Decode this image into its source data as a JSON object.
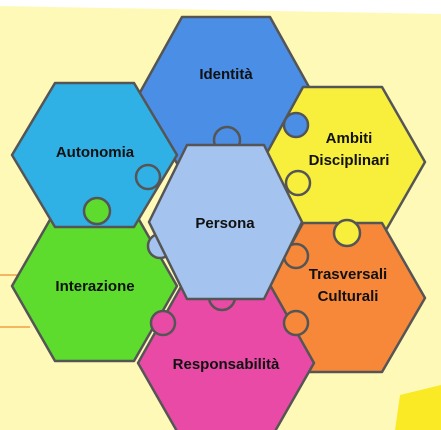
{
  "diagram": {
    "colors": {
      "background": "#fff9b8",
      "identita": "#4b8ee6",
      "ambiti": "#f7ef3c",
      "trasversali": "#f7883a",
      "responsabilita": "#e94aa6",
      "interazione": "#5ddc2e",
      "autonomia": "#2fb1e6",
      "persona": "#a4c3ee",
      "outline": "#555555"
    },
    "pieces": {
      "identita": {
        "label": "Identità"
      },
      "ambiti": {
        "line1": "Ambiti",
        "line2": "Disciplinari"
      },
      "trasversali": {
        "line1": "Trasversali",
        "line2": "Culturali"
      },
      "responsabilita": {
        "label": "Responsabilità"
      },
      "interazione": {
        "label": "Interazione"
      },
      "autonomia": {
        "label": "Autonomia"
      },
      "persona": {
        "label": "Persona"
      }
    }
  }
}
